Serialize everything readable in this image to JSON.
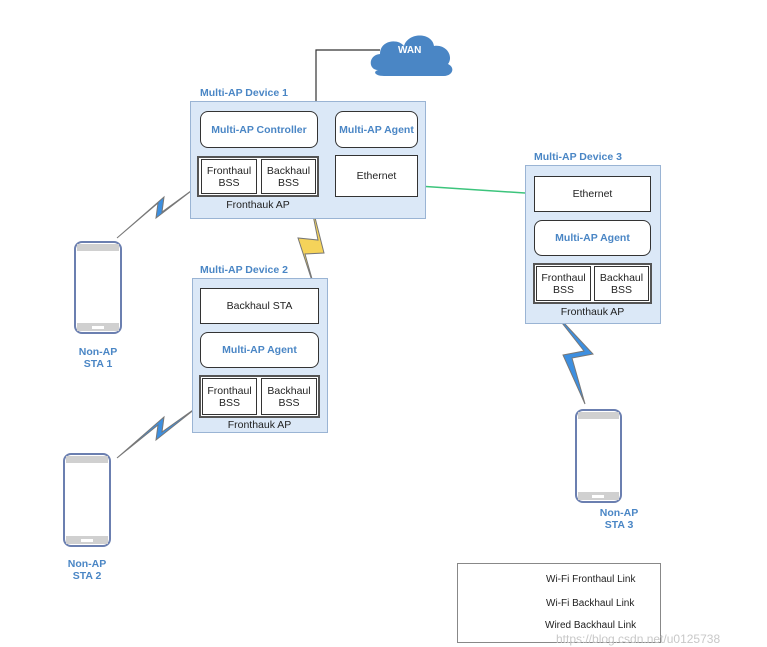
{
  "wan": {
    "label": "WAN",
    "color": "#4a86c5"
  },
  "devices": [
    {
      "title": "Multi-AP Device 1",
      "controller": "Multi-AP Controller",
      "agent": "Multi-AP Agent",
      "ethernet": "Ethernet",
      "fronthaul_bss": "Fronthaul\nBSS",
      "backhaul_bss": "Backhaul\nBSS",
      "ap_label": "Fronthauk AP"
    },
    {
      "title": "Multi-AP Device 2",
      "backhaul_sta": "Backhaul STA",
      "agent": "Multi-AP Agent",
      "fronthaul_bss": "Fronthaul\nBSS",
      "backhaul_bss": "Backhaul\nBSS",
      "ap_label": "Fronthauk AP"
    },
    {
      "title": "Multi-AP Device 3",
      "ethernet": "Ethernet",
      "agent": "Multi-AP Agent",
      "fronthaul_bss": "Fronthaul\nBSS",
      "backhaul_bss": "Backhaul\nBSS",
      "ap_label": "Fronthauk AP"
    }
  ],
  "stations": [
    {
      "line1": "Non-AP",
      "line2": "STA 1"
    },
    {
      "line1": "Non-AP",
      "line2": "STA 2"
    },
    {
      "line1": "Non-AP",
      "line2": "STA 3"
    }
  ],
  "legend": {
    "items": [
      {
        "label": "Wi-Fi Fronthaul Link",
        "color": "#3d8fe0"
      },
      {
        "label": "Wi-Fi Backhaul Link",
        "color": "#f5d35a"
      },
      {
        "label": "Wired Backhaul Link",
        "color": "#3cc47c"
      }
    ]
  },
  "watermark": "https://blog.csdn.net/u0125738"
}
